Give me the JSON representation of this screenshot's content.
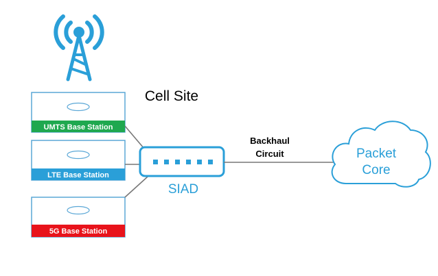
{
  "diagram": {
    "site_label": "Cell Site",
    "stations": [
      {
        "label": "UMTS Base Station",
        "color": "#1fa84f"
      },
      {
        "label": "LTE Base Station",
        "color": "#2a9fd8"
      },
      {
        "label": "5G Base Station",
        "color": "#e8131b"
      }
    ],
    "siad": {
      "label": "SIAD",
      "port_count": 6
    },
    "backhaul": {
      "line1": "Backhaul",
      "line2": "Circuit"
    },
    "core": {
      "line1": "Packet",
      "line2": "Core"
    },
    "colors": {
      "accent": "#2a9fd8",
      "station_border": "#5aa7d6",
      "link": "#777777",
      "text": "#000000"
    },
    "icons": {
      "tower": "cell-tower-icon",
      "cloud": "cloud-icon"
    }
  }
}
